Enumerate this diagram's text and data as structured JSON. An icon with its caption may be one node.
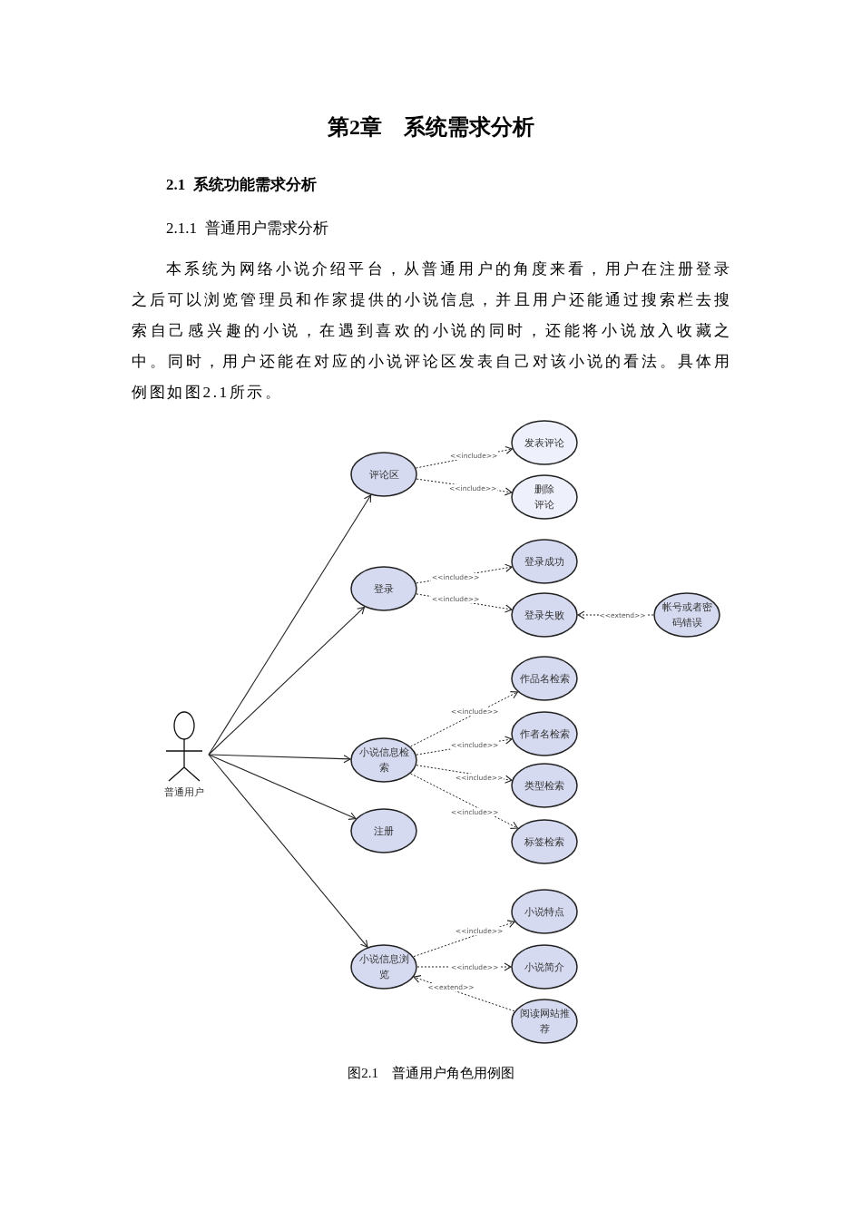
{
  "diagram": {
    "title": "第2章　系统需求分析",
    "nodes": [
      {
        "text": [
          "普通用户"
        ]
      },
      {
        "text": [
          "评论区"
        ]
      },
      {
        "text": [
          "发表评论"
        ]
      },
      {
        "text": [
          "删除评论"
        ]
      },
      {
        "text": [
          "登录"
        ]
      },
      {
        "text": [
          "登录成功"
        ]
      },
      {
        "text": [
          "登录失败"
        ]
      },
      {
        "text": [
          "帐号或者密码错误"
        ]
      },
      {
        "text": [
          "小说信息检索"
        ]
      },
      {
        "text": [
          "作品名检索"
        ]
      },
      {
        "text": [
          "作者名检索"
        ]
      },
      {
        "text": [
          "类型检索"
        ]
      },
      {
        "text": [
          "标签检索"
        ]
      },
      {
        "text": [
          "注册"
        ]
      },
      {
        "text": [
          "小说信息浏览"
        ]
      },
      {
        "text": [
          "小说特点"
        ]
      },
      {
        "text": [
          "小说简介"
        ]
      },
      {
        "text": [
          "阅读网站推荐"
        ]
      }
    ],
    "edges": [
      {
        "from": 0,
        "to": 1,
        "arrow": "to"
      },
      {
        "from": 0,
        "to": 4,
        "arrow": "to"
      },
      {
        "from": 0,
        "to": 8,
        "arrow": "to"
      },
      {
        "from": 0,
        "to": 13,
        "arrow": "to"
      },
      {
        "from": 0,
        "to": 14,
        "arrow": "to"
      },
      {
        "from": 1,
        "to": 2,
        "arrow": "to",
        "label": "<<include>>",
        "style": "dashed"
      },
      {
        "from": 1,
        "to": 3,
        "arrow": "to",
        "label": "<<include>>",
        "style": "dashed"
      },
      {
        "from": 4,
        "to": 5,
        "arrow": "to",
        "label": "<<include>>",
        "style": "dashed"
      },
      {
        "from": 4,
        "to": 6,
        "arrow": "to",
        "label": "<<include>>",
        "style": "dashed"
      },
      {
        "from": 7,
        "to": 6,
        "arrow": "to",
        "label": "<<extend>>",
        "style": "dashed"
      },
      {
        "from": 8,
        "to": 9,
        "arrow": "to",
        "label": "<<include>>",
        "style": "dashed"
      },
      {
        "from": 8,
        "to": 10,
        "arrow": "to",
        "label": "<<include>>",
        "style": "dashed"
      },
      {
        "from": 8,
        "to": 11,
        "arrow": "to",
        "label": "<<include>>",
        "style": "dashed"
      },
      {
        "from": 8,
        "to": 12,
        "arrow": "to",
        "label": "<<include>>",
        "style": "dashed"
      },
      {
        "from": 14,
        "to": 15,
        "arrow": "to",
        "label": "<<include>>",
        "style": "dashed"
      },
      {
        "from": 14,
        "to": 16,
        "arrow": "to",
        "label": "<<include>>",
        "style": "dashed"
      },
      {
        "from": 17,
        "to": 14,
        "arrow": "to",
        "label": "<<extend>>",
        "style": "dashed"
      }
    ],
    "labels": [
      "2.1  系统功能需求分析",
      "2.1.1  普通用户需求分析",
      "本系统为网络小说介绍平台，从普通用户的角度来看，用户在注册登录之后可以浏览管理员和作家提供的小说信息，并且用户还能通过搜索栏去搜索自己感兴趣的小说，在遇到喜欢的小说的同时，还能将小说放入收藏之中。同时，用户还能在对应的小说评论区发表自己对该小说的看法。具体用例图如图2.1所示。"
    ],
    "caption": "图2.1　普通用户角色用例图"
  }
}
